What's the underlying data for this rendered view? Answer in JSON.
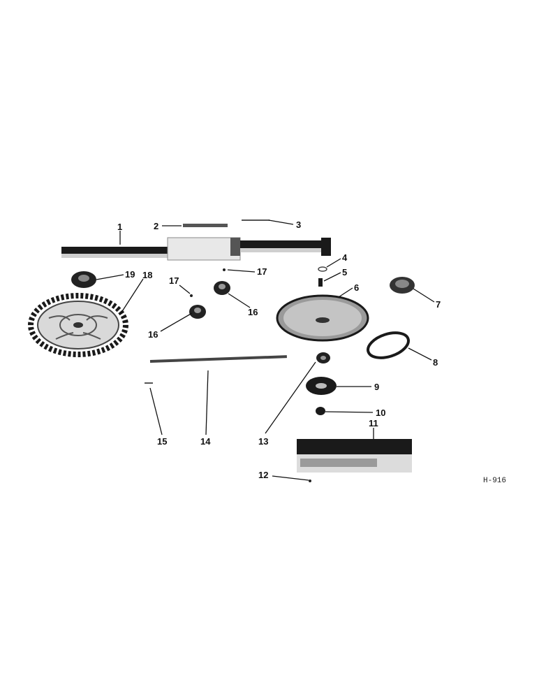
{
  "drawing_code": "H-916",
  "callouts": [
    {
      "id": "c1",
      "label": "1"
    },
    {
      "id": "c2",
      "label": "2"
    },
    {
      "id": "c3",
      "label": "3"
    },
    {
      "id": "c4",
      "label": "4"
    },
    {
      "id": "c5",
      "label": "5"
    },
    {
      "id": "c6",
      "label": "6"
    },
    {
      "id": "c7",
      "label": "7"
    },
    {
      "id": "c8",
      "label": "8"
    },
    {
      "id": "c9",
      "label": "9"
    },
    {
      "id": "c10",
      "label": "10"
    },
    {
      "id": "c11",
      "label": "11"
    },
    {
      "id": "c12",
      "label": "12"
    },
    {
      "id": "c13",
      "label": "13"
    },
    {
      "id": "c14",
      "label": "14"
    },
    {
      "id": "c15",
      "label": "15"
    },
    {
      "id": "c16a",
      "label": "16"
    },
    {
      "id": "c16b",
      "label": "16"
    },
    {
      "id": "c17a",
      "label": "17"
    },
    {
      "id": "c17b",
      "label": "17"
    },
    {
      "id": "c18",
      "label": "18"
    },
    {
      "id": "c19",
      "label": "19"
    }
  ]
}
